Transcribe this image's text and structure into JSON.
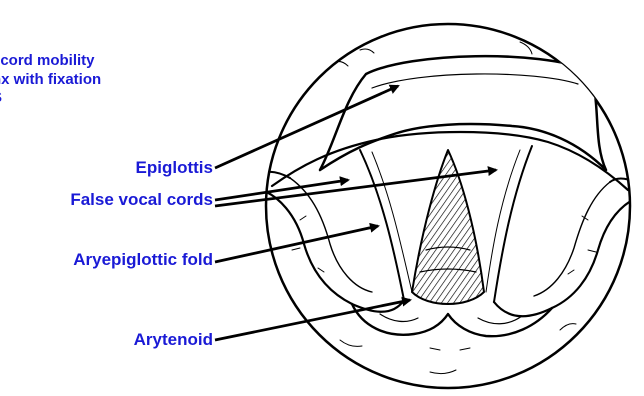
{
  "heading": {
    "lines": [
      "l cord mobility",
      "nx with fixation",
      "S"
    ]
  },
  "labels": {
    "epiglottis": "Epiglottis",
    "false_vocal_cords": "False vocal cords",
    "aryepiglottic_fold": "Aryepiglottic fold",
    "arytenoid": "Arytenoid"
  },
  "colors": {
    "label_text": "#1a1ad6",
    "line_art": "#000000",
    "background": "#ffffff"
  }
}
